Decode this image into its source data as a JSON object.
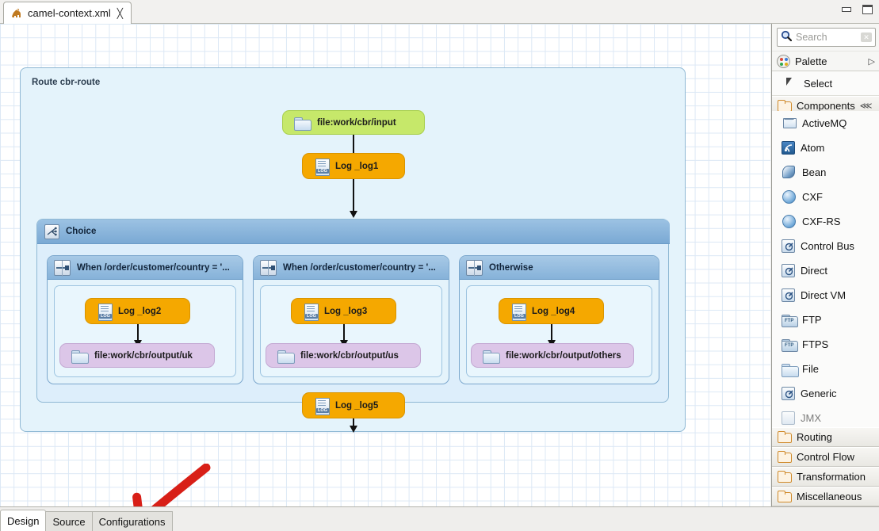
{
  "window": {
    "tab_title": "camel-context.xml",
    "tab_icon": "camel-icon",
    "close_icon": "close-icon",
    "minimize_icon": "minimize-icon",
    "maximize_icon": "maximize-icon"
  },
  "canvas": {
    "route_title": "Route cbr-route",
    "nodes": {
      "input": "file:work/cbr/input",
      "log1": "Log _log1",
      "choice": "Choice",
      "when1": "When /order/customer/country = '...",
      "when2": "When /order/customer/country = '...",
      "otherwise": "Otherwise",
      "log2": "Log _log2",
      "log3": "Log _log3",
      "log4": "Log _log4",
      "out_uk": "file:work/cbr/output/uk",
      "out_us": "file:work/cbr/output/us",
      "out_others": "file:work/cbr/output/others",
      "log5": "Log _log5"
    },
    "colors": {
      "endpoint_green": "#c6e86a",
      "endpoint_purple": "#dcc6e8",
      "log_orange": "#f5a800",
      "route_bg": "#e4f3fb",
      "choice_header": "#86b2d9",
      "annotation_red": "#d81f17"
    },
    "annotation": "red-arrow-pointing-to-configurations-tab"
  },
  "palette": {
    "search": {
      "placeholder": "Search",
      "icon": "search-icon",
      "clear_icon": "clear-icon"
    },
    "header": {
      "label": "Palette",
      "icon": "palette-icon",
      "expand_icon": "triangle-right-icon"
    },
    "select": {
      "label": "Select",
      "icon": "cursor-icon"
    },
    "components_section": {
      "label": "Components",
      "icon": "folder-open-icon",
      "collapse_icon": "collapse-icon"
    },
    "components": [
      {
        "label": "ActiveMQ",
        "icon": "activemq-icon"
      },
      {
        "label": "Atom",
        "icon": "rss-icon"
      },
      {
        "label": "Bean",
        "icon": "bean-icon"
      },
      {
        "label": "CXF",
        "icon": "globe-icon"
      },
      {
        "label": "CXF-RS",
        "icon": "globe-icon"
      },
      {
        "label": "Control Bus",
        "icon": "direct-icon"
      },
      {
        "label": "Direct",
        "icon": "direct-icon"
      },
      {
        "label": "Direct VM",
        "icon": "direct-icon"
      },
      {
        "label": "FTP",
        "icon": "ftp-icon"
      },
      {
        "label": "FTPS",
        "icon": "ftp-icon"
      },
      {
        "label": "File",
        "icon": "file-folder-icon"
      },
      {
        "label": "Generic",
        "icon": "direct-icon"
      },
      {
        "label": "JMX",
        "icon": "jmx-icon"
      }
    ],
    "sections": [
      {
        "label": "Routing",
        "icon": "folder-open-icon"
      },
      {
        "label": "Control Flow",
        "icon": "folder-open-icon"
      },
      {
        "label": "Transformation",
        "icon": "folder-open-icon"
      },
      {
        "label": "Miscellaneous",
        "icon": "folder-open-icon"
      }
    ]
  },
  "bottom_tabs": [
    {
      "label": "Design",
      "active": true
    },
    {
      "label": "Source",
      "active": false
    },
    {
      "label": "Configurations",
      "active": false
    }
  ]
}
